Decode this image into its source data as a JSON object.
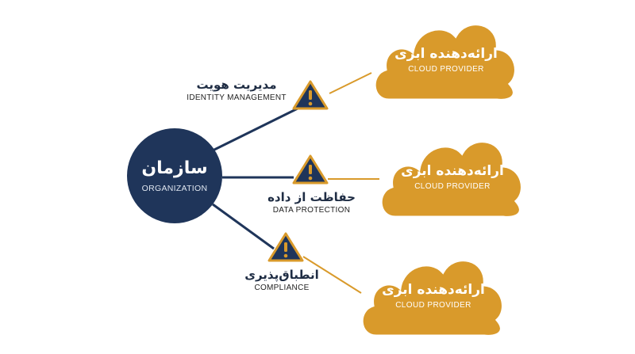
{
  "organization": {
    "title_fa": "سازمان",
    "title_en": "ORGANIZATION"
  },
  "providers": [
    {
      "title_fa": "ارائه‌دهنده ابری",
      "title_en": "CLOUD PROVIDER"
    },
    {
      "title_fa": "ارائه‌دهنده ابری",
      "title_en": "CLOUD PROVIDER"
    },
    {
      "title_fa": "ارائه‌دهنده ابری",
      "title_en": "CLOUD PROVIDER"
    }
  ],
  "risks": [
    {
      "title_fa": "مدیریت هویت",
      "title_en": "IDENTITY MANAGEMENT",
      "icon": "warning-icon"
    },
    {
      "title_fa": "حفاظت از داده",
      "title_en": "DATA PROTECTION",
      "icon": "warning-icon"
    },
    {
      "title_fa": "انطباق‌پذیری",
      "title_en": "COMPLIANCE",
      "icon": "warning-icon"
    }
  ],
  "colors": {
    "organization": "#1f355a",
    "cloud": "#d99a2b",
    "cloud_outline": "#ffffff",
    "warning_fill": "#1f355a",
    "warning_border": "#d99a2b",
    "org_link": "#1f355a",
    "provider_link": "#d99a2b"
  }
}
